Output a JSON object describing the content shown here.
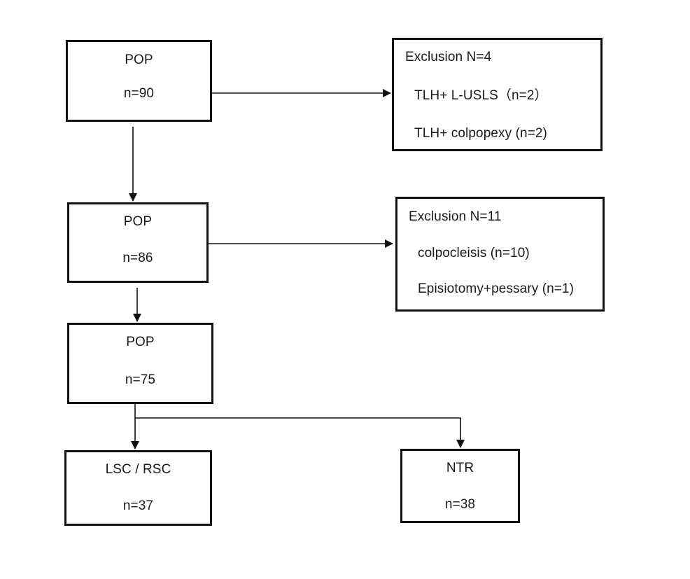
{
  "pop_1": {
    "label": "POP",
    "count": "n=90"
  },
  "exclusion_1": {
    "title": "Exclusion N=4",
    "items": [
      "TLH+ L-USLS（n=2）",
      "TLH+ colpopexy (n=2)"
    ]
  },
  "pop_2": {
    "label": "POP",
    "count": "n=86"
  },
  "exclusion_2": {
    "title": "Exclusion N=11",
    "items": [
      "colpocleisis (n=10)",
      "Episiotomy+pessary (n=1)"
    ]
  },
  "pop_3": {
    "label": "POP",
    "count": "n=75"
  },
  "lsc_rsc": {
    "label": "LSC / RSC",
    "count": "n=37"
  },
  "ntr": {
    "label": "NTR",
    "count": "n=38"
  }
}
